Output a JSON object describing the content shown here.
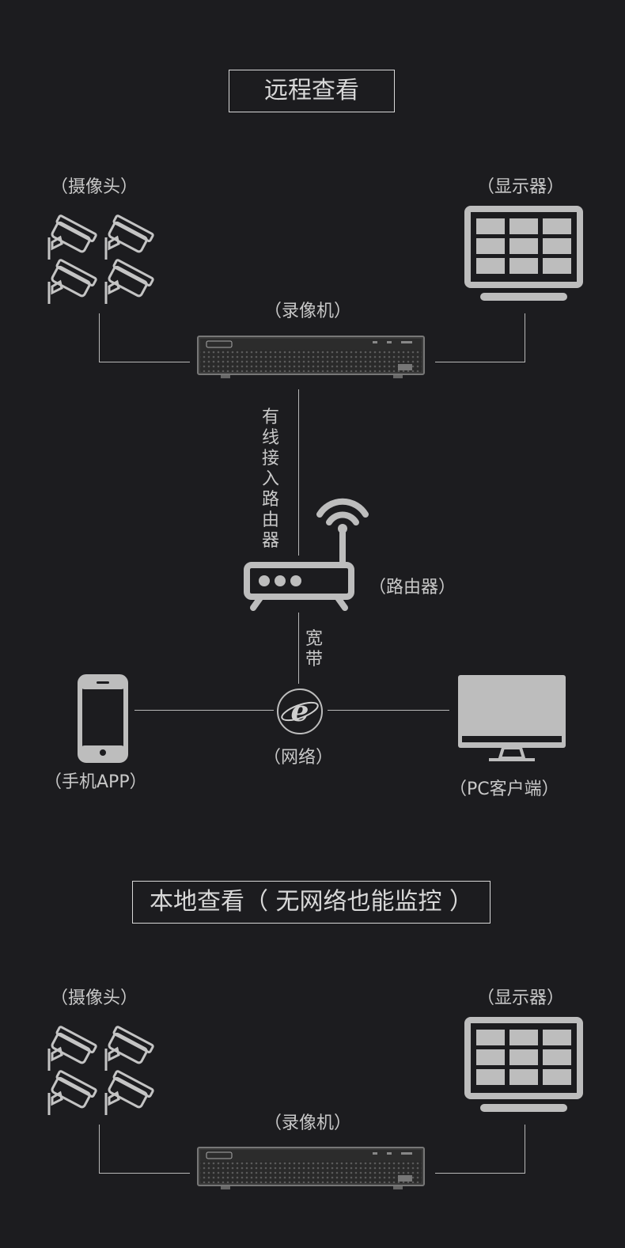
{
  "remote": {
    "title": "远程查看",
    "camera_label": "（摄像头）",
    "monitor_label": "（显示器）",
    "recorder_label": "（录像机）",
    "wired_label": "有线接入路由器",
    "router_label": "（路由器）",
    "broadband_label": "宽带",
    "network_label": "（网络）",
    "phone_label": "（手机APP）",
    "pc_label": "（PC客户端）"
  },
  "local": {
    "title": "本地查看（ 无网络也能监控 ）",
    "camera_label": "（摄像头）",
    "monitor_label": "（显示器）",
    "recorder_label": "（录像机）"
  },
  "colors": {
    "background": "#1c1c1f",
    "line": "#b8b8b8",
    "icon": "#bdbdbd"
  },
  "icons": [
    "camera-icon",
    "monitor-icon",
    "recorder-icon",
    "router-icon",
    "internet-icon",
    "phone-icon",
    "pc-icon"
  ]
}
